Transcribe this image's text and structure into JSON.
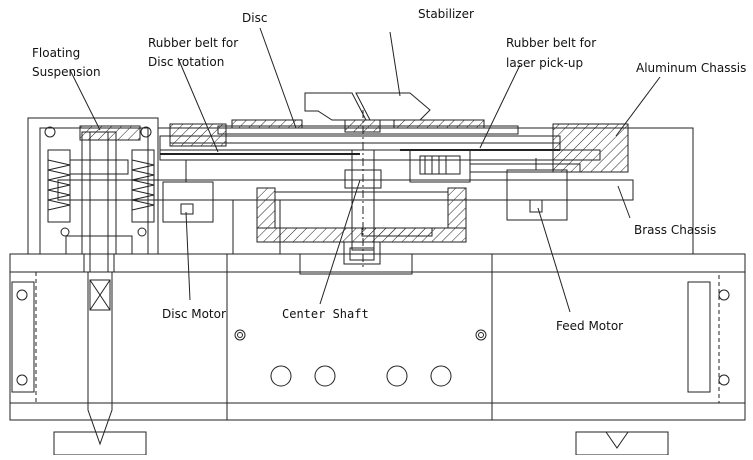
{
  "diagram": {
    "labels": {
      "disc": "Disc",
      "stabilizer": "Stabilizer",
      "floating_suspension_1": "Floating",
      "floating_suspension_2": "Suspension",
      "belt_disc_1": "Rubber belt for",
      "belt_disc_2": "Disc rotation",
      "belt_laser_1": "Rubber belt for",
      "belt_laser_2": "laser pick-up",
      "aluminum_chassis": "Aluminum Chassis",
      "brass_chassis": "Brass Chassis",
      "disc_motor": "Disc Motor",
      "center_shaft": "Center Shaft",
      "feed_motor": "Feed Motor"
    }
  }
}
